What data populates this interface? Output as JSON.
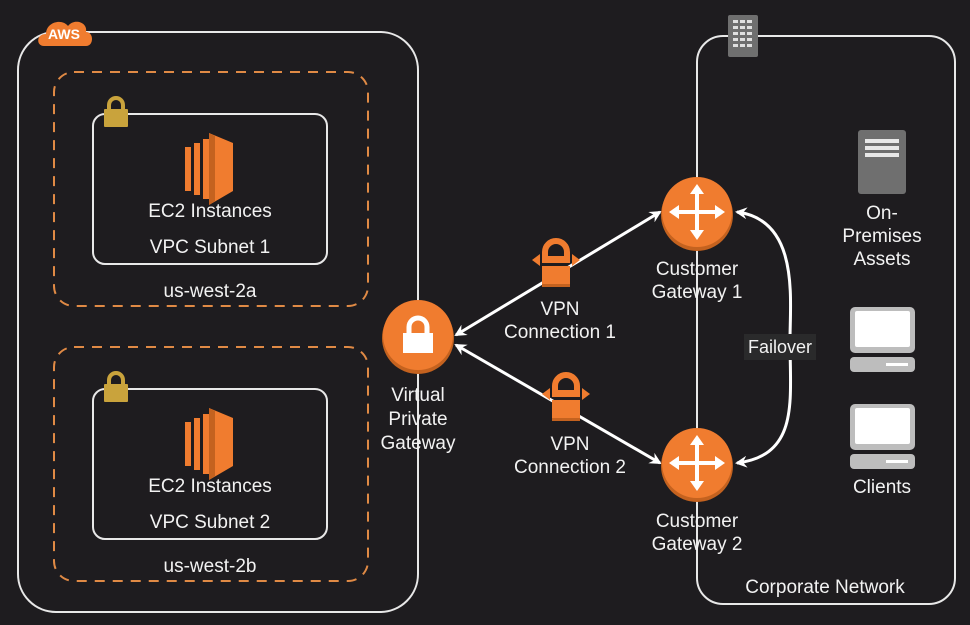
{
  "colors": {
    "background": "#1e1c1f",
    "aws_orange": "#f07c2f",
    "lock_gold": "#c9a33c",
    "dashed_orange": "#e08a45",
    "border_white": "#e8e8e8",
    "device_gray": "#8a8a8a"
  },
  "aws": {
    "badge": "AWS",
    "zones": [
      {
        "name": "us-west-2a",
        "subnet": {
          "label": "VPC Subnet 1",
          "instances_label": "EC2 Instances"
        }
      },
      {
        "name": "us-west-2b",
        "subnet": {
          "label": "VPC Subnet 2",
          "instances_label": "EC2 Instances"
        }
      }
    ],
    "vpg": {
      "label": "Virtual\nPrivate\nGateway"
    }
  },
  "connections": [
    {
      "label": "VPN\nConnection 1"
    },
    {
      "label": "VPN\nConnection 2"
    }
  ],
  "corporate": {
    "title": "Corporate Network",
    "gateways": [
      {
        "label": "Customer\nGateway 1"
      },
      {
        "label": "Customer\nGateway 2"
      }
    ],
    "failover_label": "Failover",
    "assets_label": "On-Premises\nAssets",
    "clients_label": "Clients"
  },
  "icons": {
    "aws_cloud": "cloud-icon",
    "padlock": "lock-icon",
    "ec2": "ec2-instance-icon",
    "vpg": "vpn-gateway-icon",
    "vpn_conn": "vpn-connection-icon",
    "router": "router-icon",
    "building": "building-icon",
    "server": "server-icon",
    "client": "desktop-client-icon"
  }
}
